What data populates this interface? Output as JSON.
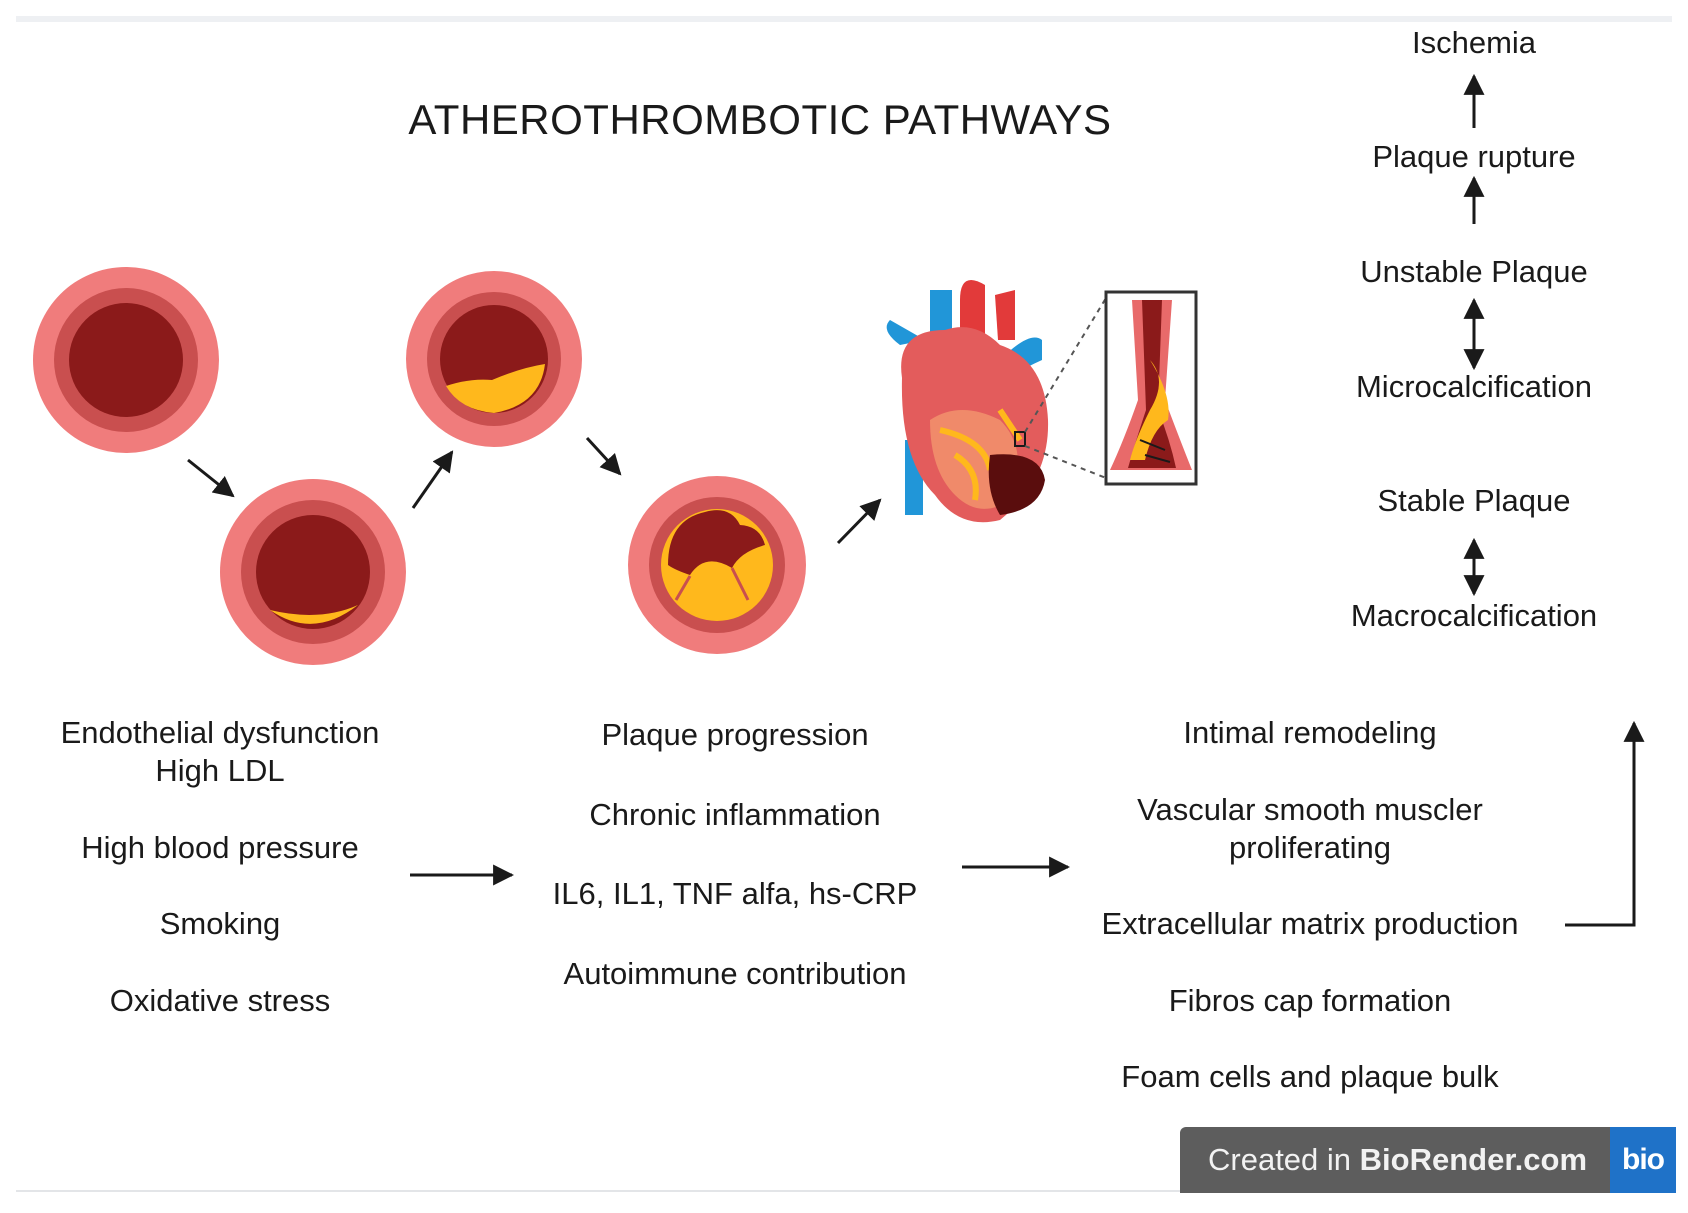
{
  "title": "ATHEROTHROMBOTIC PATHWAYS",
  "cascade": [
    "Ischemia",
    "Plaque rupture",
    "Unstable Plaque",
    "Microcalcification",
    "Stable Plaque",
    "Macrocalcification"
  ],
  "risk_factors": [
    "Endothelial dysfunction",
    "High LDL",
    "High blood pressure",
    "Smoking",
    "Oxidative stress"
  ],
  "progression": [
    "Plaque progression",
    "Chronic inflammation",
    "IL6, IL1, TNF alfa, hs-CRP",
    "Autoimmune contribution"
  ],
  "remodeling": [
    "Intimal remodeling",
    "Vascular smooth muscler",
    "proliferating",
    "Extracellular matrix production",
    "Fibros cap formation",
    "Foam cells and plaque bulk"
  ],
  "badge": {
    "prefix": "Created in ",
    "brand": "BioRender.com",
    "logo": "bio"
  },
  "colors": {
    "vessel_wall": "#e86a6a",
    "vessel_wall_light": "#f07c7c",
    "lumen": "#8b1a1a",
    "plaque": "#ffb81c",
    "arrow": "#1a1a1a",
    "vein_blue": "#2196d8",
    "badge_bg": "#5d5d5d",
    "badge_logo": "#1f72c8"
  }
}
